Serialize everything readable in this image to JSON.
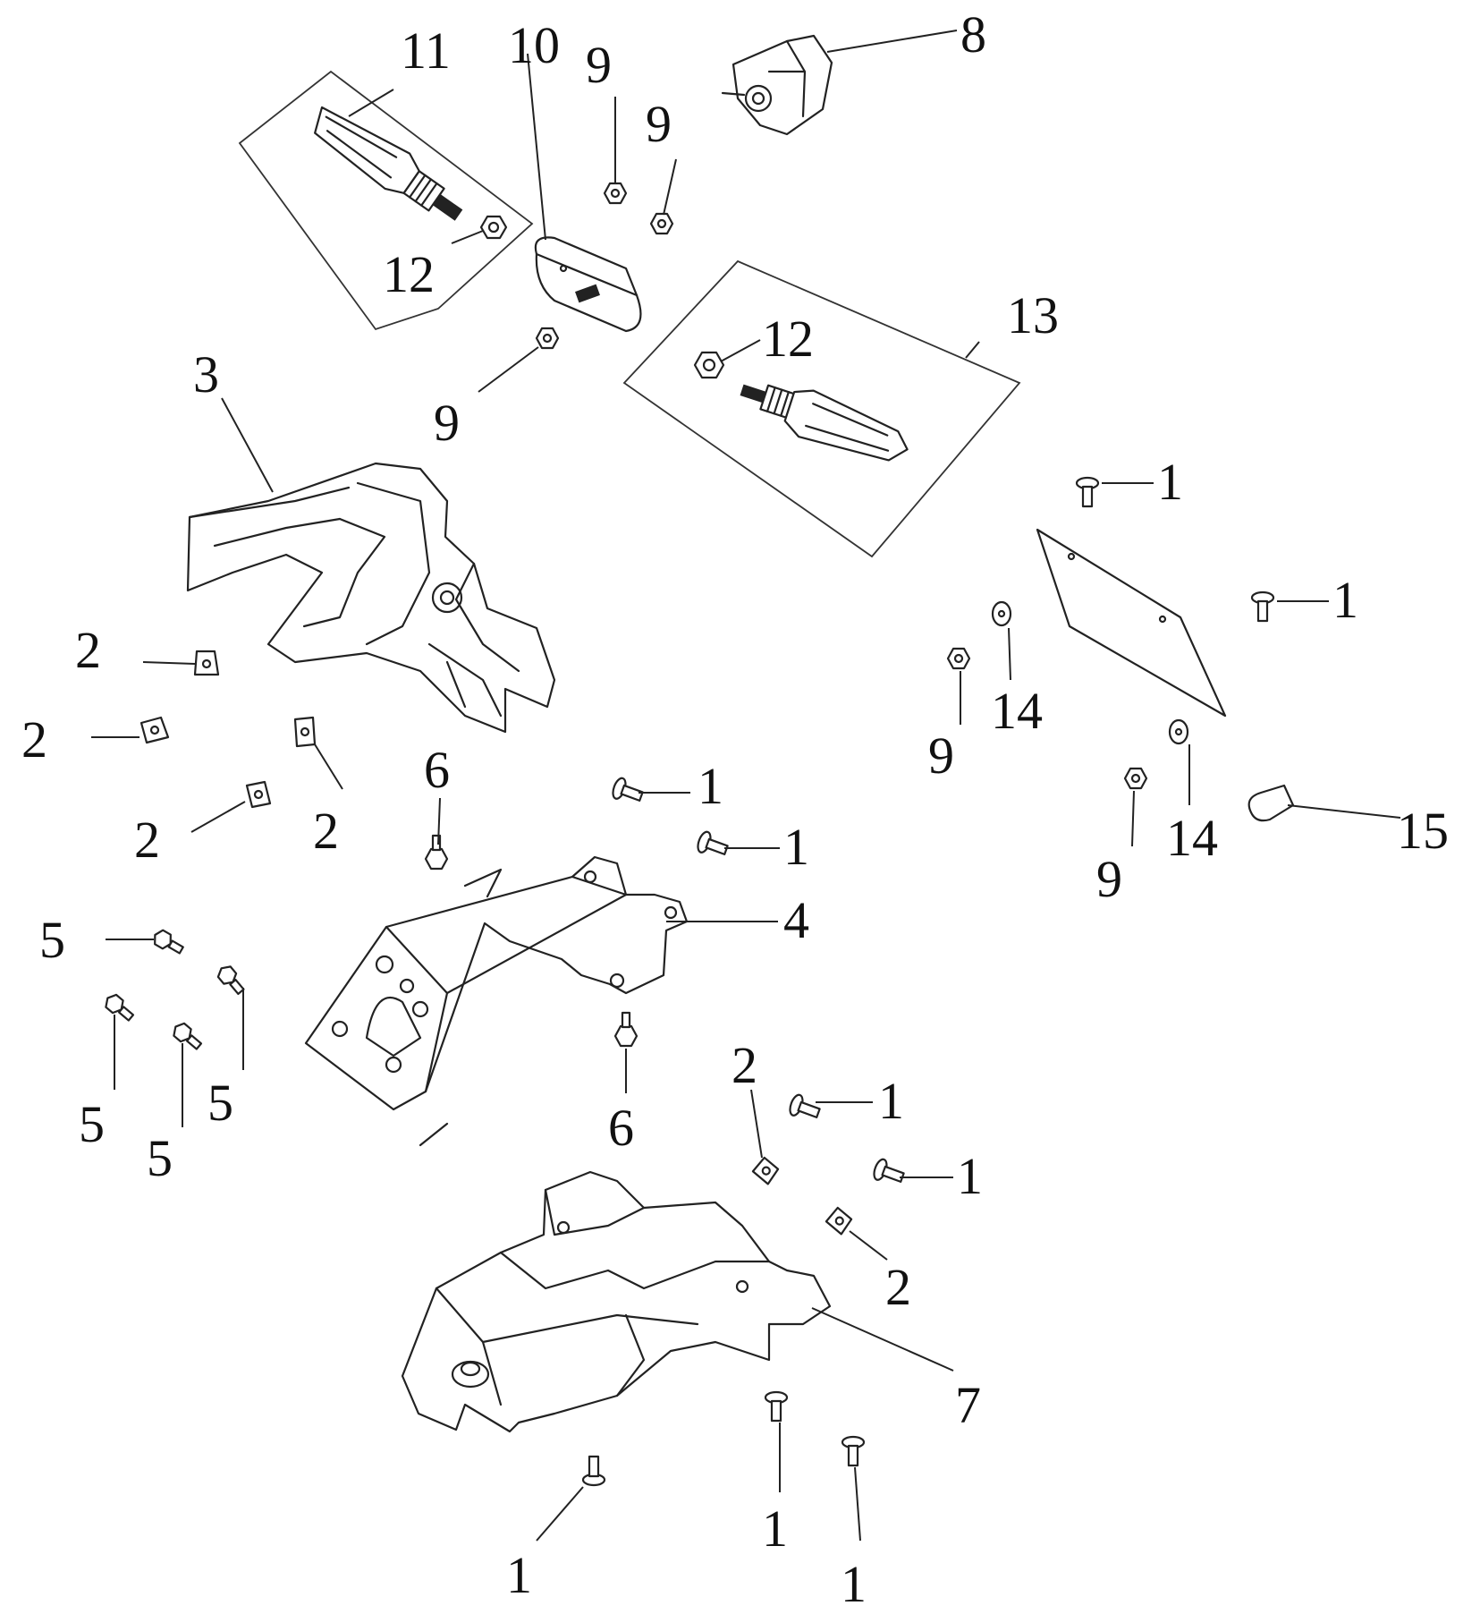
{
  "labels": {
    "n1": "1",
    "n2": "2",
    "n3": "3",
    "n4": "4",
    "n5": "5",
    "n6": "6",
    "n7": "7",
    "n8": "8",
    "n9": "9",
    "n10": "10",
    "n11": "11",
    "n12": "12",
    "n13": "13",
    "n14": "14",
    "n15": "15"
  },
  "parts": [
    "bolt",
    "clip-nut",
    "rear-cover",
    "bracket",
    "flange-bolt",
    "bolt",
    "rear-fender",
    "tail-light",
    "nut",
    "bar",
    "turn-signal-left",
    "nut",
    "turn-signal-right",
    "washer",
    "reflector"
  ]
}
